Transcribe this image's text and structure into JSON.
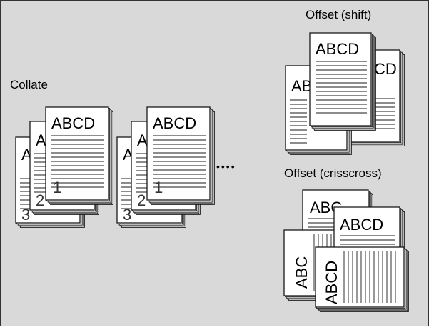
{
  "colors": {
    "background": "#d9d9d9",
    "border": "#333333",
    "paper": "#ffffff",
    "stroke": "#1a1a1a",
    "text": "#000000"
  },
  "labels": {
    "collate": "Collate",
    "offset_shift": "Offset (shift)",
    "offset_crisscross": "Offset (crisscross)",
    "ellipsis": "••••"
  },
  "sheet_text": {
    "abcd": "ABCD",
    "partial_a": "A",
    "partial_ab": "AB",
    "partial_abc": "ABC",
    "partial_cd": "CD",
    "page_1": "1",
    "page_2": "2",
    "page_3": "3"
  }
}
